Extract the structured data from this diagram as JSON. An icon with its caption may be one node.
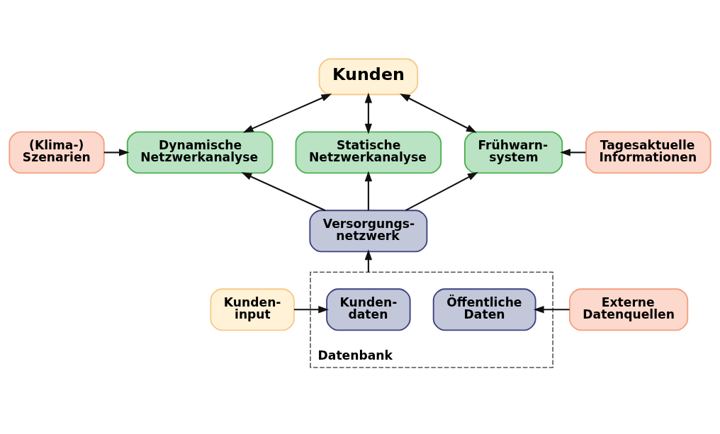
{
  "diagram": {
    "nodes": [
      {
        "text": [
          "Kunden"
        ]
      },
      {
        "text": [
          "(Klima-) Szenarien"
        ]
      },
      {
        "text": [
          "Dynamische Netzwerkanalyse"
        ]
      },
      {
        "text": [
          "Statische Netzwerkanalyse"
        ]
      },
      {
        "text": [
          "Frühwarn- system"
        ]
      },
      {
        "text": [
          "Tagesaktuelle Informationen"
        ]
      },
      {
        "text": [
          "Versorgungs- netzwerk"
        ]
      },
      {
        "text": [
          "Datenbank"
        ]
      },
      {
        "text": [
          "Kunden- input"
        ]
      },
      {
        "text": [
          "Kunden- daten"
        ],
        "in": 7
      },
      {
        "text": [
          "Öffentliche Daten"
        ],
        "in": 7
      },
      {
        "text": [
          "Externe Datenquellen"
        ]
      }
    ],
    "edges": [
      {
        "from": 0,
        "to": 2,
        "arrow": "both"
      },
      {
        "from": 0,
        "to": 3,
        "arrow": "both"
      },
      {
        "from": 0,
        "to": 4,
        "arrow": "both"
      },
      {
        "from": 1,
        "to": 2,
        "arrow": "to"
      },
      {
        "from": 5,
        "to": 4,
        "arrow": "to"
      },
      {
        "from": 6,
        "to": 2,
        "arrow": "to"
      },
      {
        "from": 6,
        "to": 3,
        "arrow": "to"
      },
      {
        "from": 6,
        "to": 4,
        "arrow": "to"
      },
      {
        "from": 7,
        "to": 6,
        "arrow": "to"
      },
      {
        "from": 8,
        "to": 9,
        "arrow": "to"
      },
      {
        "from": 11,
        "to": 10,
        "arrow": "to"
      }
    ]
  }
}
